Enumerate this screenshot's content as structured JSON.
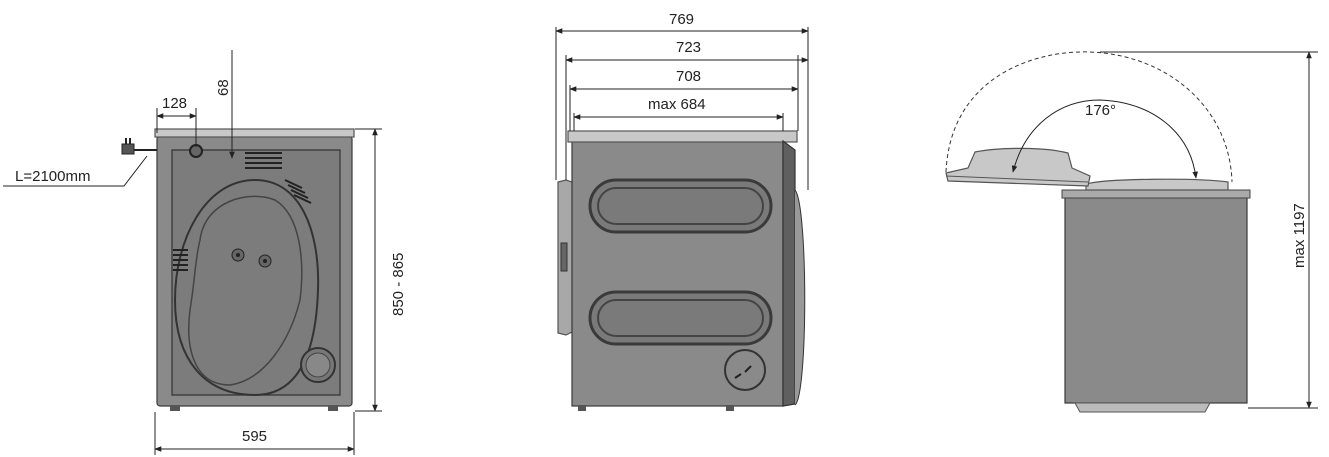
{
  "rear_view": {
    "cable_length_label": "L=2100mm",
    "width_label": "595",
    "offset_x_label": "128",
    "offset_top_label": "68",
    "height_label": "850 - 865"
  },
  "side_view": {
    "depth_total_label": "769",
    "depth_door_label": "723",
    "depth_body_label": "708",
    "depth_max_label": "max 684"
  },
  "lid_view": {
    "angle_label": "176°",
    "max_height_label": "max 1197"
  },
  "colors": {
    "body": "#8a8a8a",
    "outline": "#3a3a3a",
    "top_cover": "#c8c8c8",
    "dimension_lines": "#222222"
  }
}
